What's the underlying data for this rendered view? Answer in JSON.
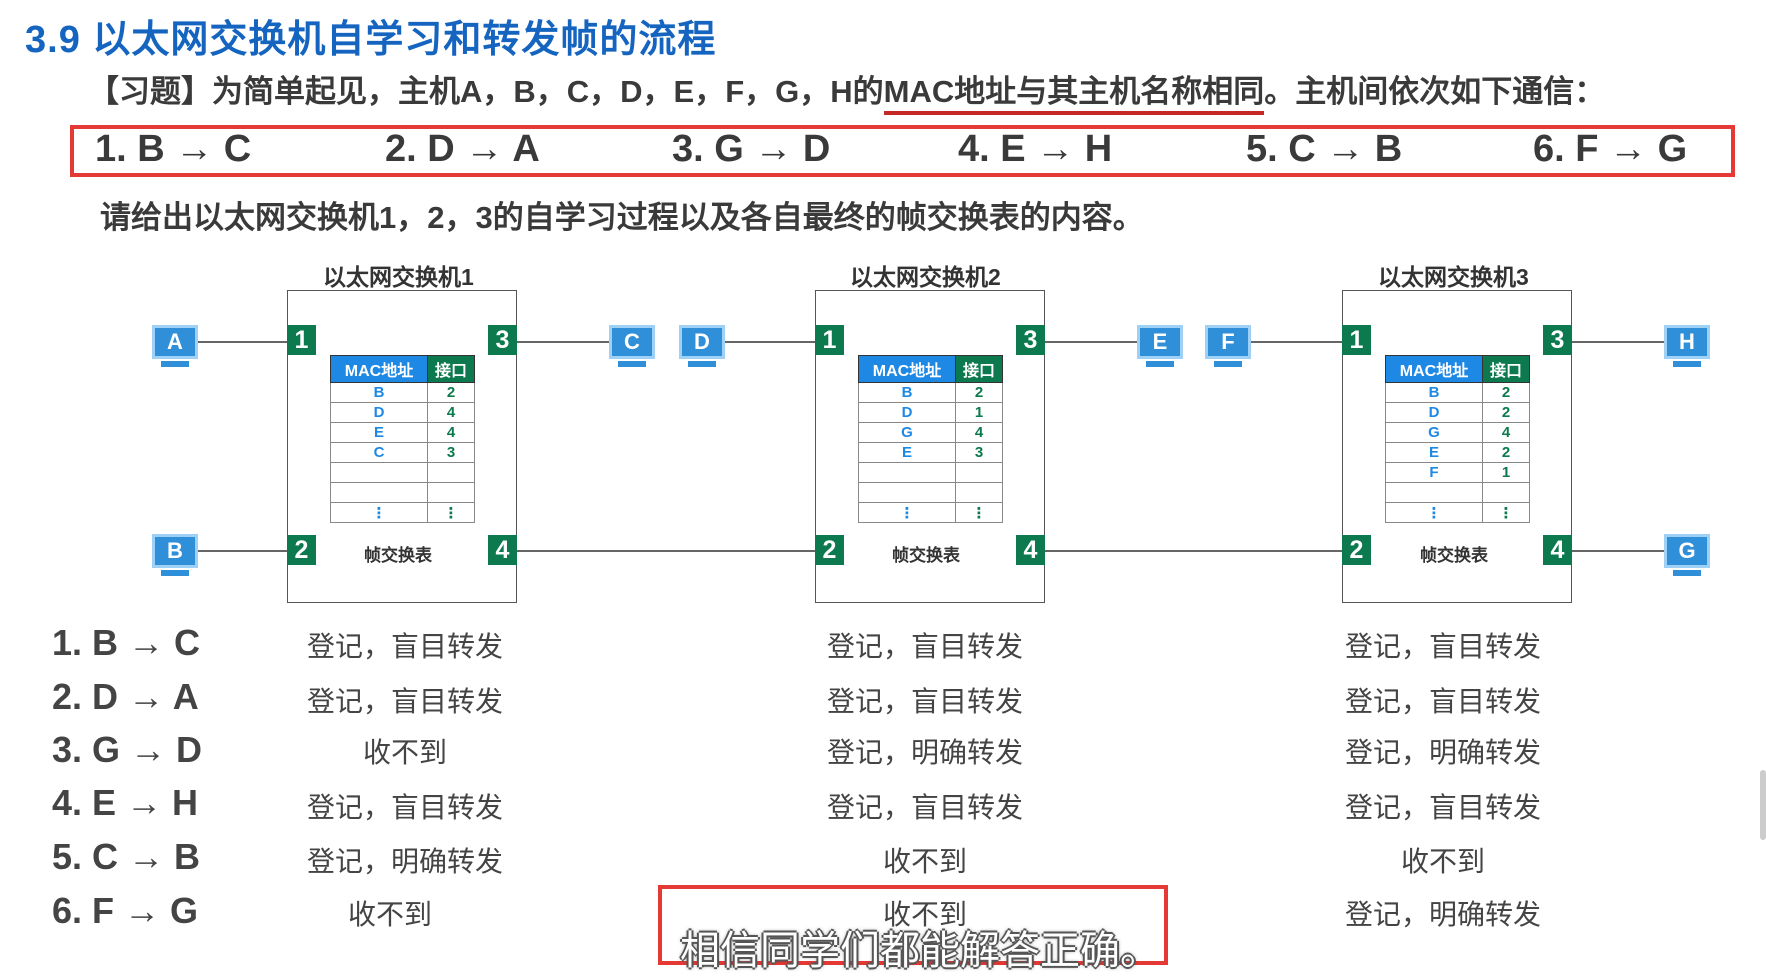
{
  "title": "3.9 以太网交换机自学习和转发帧的流程",
  "problem": {
    "prefix": "【习题】为简单起见，主机A，B，C，D，E，F，G，H的",
    "underlined": "MAC地址与其主机名称相同",
    "suffix": "。主机间依次如下通信：",
    "request": "请给出以太网交换机1，2，3的自学习过程以及各自最终的帧交换表的内容。"
  },
  "sequence": [
    "1. B → C",
    "2. D → A",
    "3. G → D",
    "4. E → H",
    "5. C → B",
    "6. F → G"
  ],
  "switches": [
    {
      "title": "以太网交换机1",
      "ports": [
        "1",
        "2",
        "3",
        "4"
      ],
      "hosts": {
        "top_left": "A",
        "bottom_left": "B",
        "top_right": "C"
      },
      "table_header": [
        "MAC地址",
        "接口"
      ],
      "table": [
        [
          "B",
          "2"
        ],
        [
          "D",
          "4"
        ],
        [
          "E",
          "4"
        ],
        [
          "C",
          "3"
        ],
        [
          "",
          ""
        ],
        [
          "",
          ""
        ],
        [
          "⋮",
          "⋮"
        ]
      ],
      "caption": "帧交换表"
    },
    {
      "title": "以太网交换机2",
      "ports": [
        "1",
        "2",
        "3",
        "4"
      ],
      "hosts": {
        "top_left": "D",
        "top_right": "E"
      },
      "table_header": [
        "MAC地址",
        "接口"
      ],
      "table": [
        [
          "B",
          "2"
        ],
        [
          "D",
          "1"
        ],
        [
          "G",
          "4"
        ],
        [
          "E",
          "3"
        ],
        [
          "",
          ""
        ],
        [
          "",
          ""
        ],
        [
          "⋮",
          "⋮"
        ]
      ],
      "caption": "帧交换表"
    },
    {
      "title": "以太网交换机3",
      "ports": [
        "1",
        "2",
        "3",
        "4"
      ],
      "hosts": {
        "top_left": "F",
        "top_right": "H",
        "bottom_right": "G"
      },
      "table_header": [
        "MAC地址",
        "接口"
      ],
      "table": [
        [
          "B",
          "2"
        ],
        [
          "D",
          "2"
        ],
        [
          "G",
          "4"
        ],
        [
          "E",
          "2"
        ],
        [
          "F",
          "1"
        ],
        [
          "",
          ""
        ],
        [
          "⋮",
          "⋮"
        ]
      ],
      "caption": "帧交换表"
    }
  ],
  "results": [
    {
      "label": "1. B → C",
      "sw1": "登记，盲目转发",
      "sw2": "登记，盲目转发",
      "sw3": "登记，盲目转发"
    },
    {
      "label": "2. D → A",
      "sw1": "登记，盲目转发",
      "sw2": "登记，盲目转发",
      "sw3": "登记，盲目转发"
    },
    {
      "label": "3. G → D",
      "sw1": "收不到",
      "sw2": "登记，明确转发",
      "sw3": "登记，明确转发"
    },
    {
      "label": "4. E → H",
      "sw1": "登记，盲目转发",
      "sw2": "登记，盲目转发",
      "sw3": "登记，盲目转发"
    },
    {
      "label": "5. C → B",
      "sw1": "登记，明确转发",
      "sw2": "收不到",
      "sw3": "收不到"
    },
    {
      "label": "6. F → G",
      "sw1": "收不到",
      "sw2": "收不到",
      "sw3": "登记，明确转发"
    }
  ],
  "subtitle": "相信同学们都能解答正确。",
  "colors": {
    "title": "#1565c0",
    "highlight": "#e53935",
    "port": "#0c7a4e",
    "mac_header": "#1e88e5",
    "host": "#2f8fd8"
  }
}
